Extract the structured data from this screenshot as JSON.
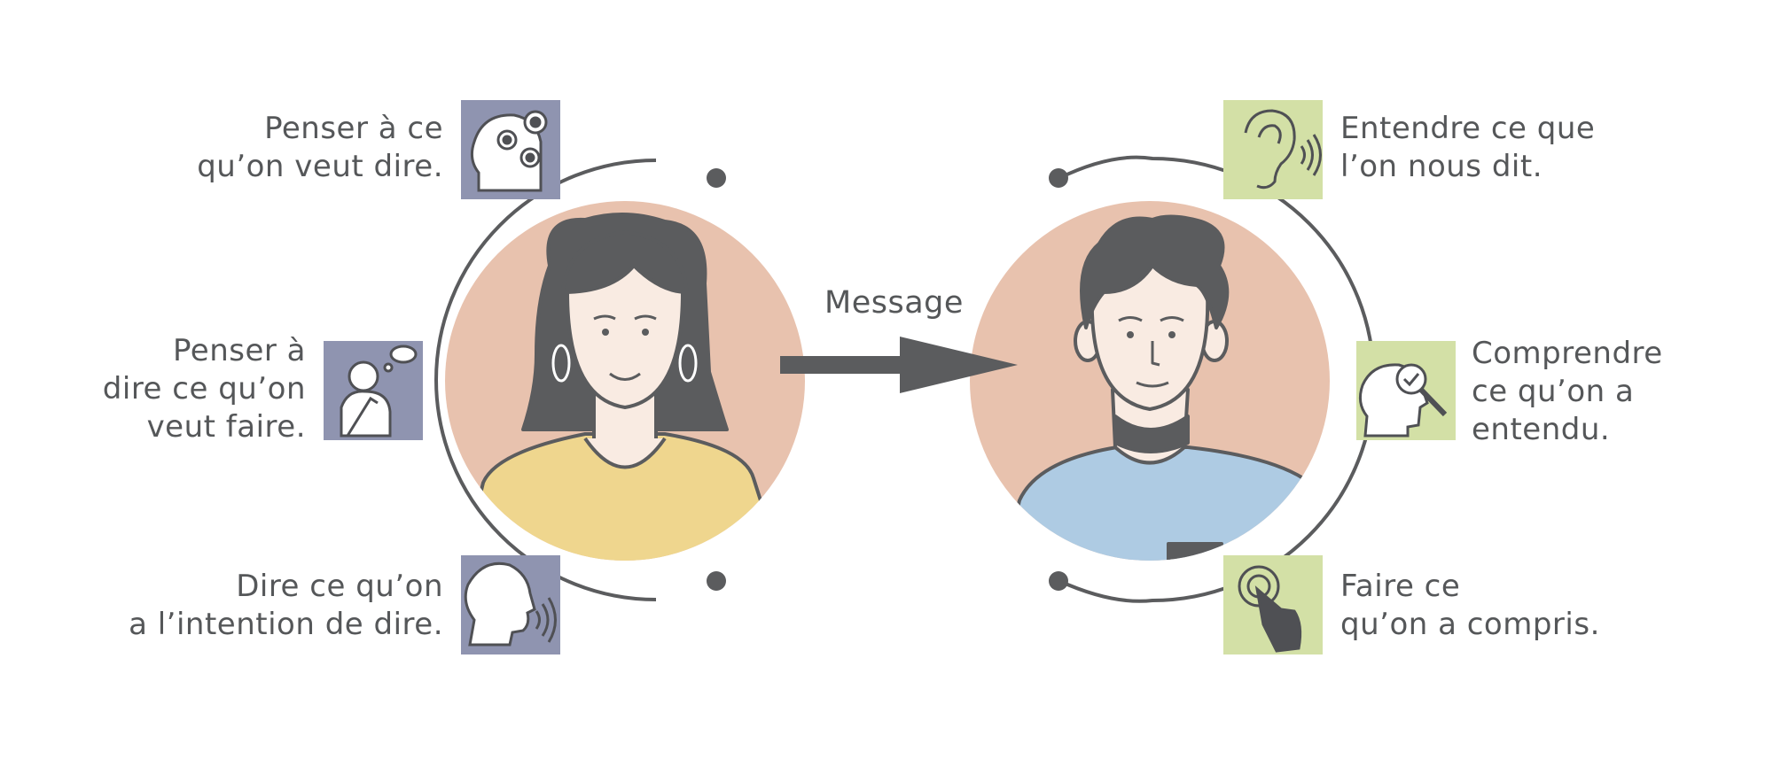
{
  "colors": {
    "sender_box": "#8f94b0",
    "receiver_box": "#d3e0a6",
    "face_bg": "#e8c2ae",
    "ink": "#5b5c5e",
    "woman_shirt": "#efd68e",
    "man_shirt": "#aecbe3",
    "skin": "#f9ebe2"
  },
  "sender": {
    "steps": [
      {
        "icon": "head-gears-icon",
        "lines": [
          "Penser à ce",
          "qu’on veut dire."
        ]
      },
      {
        "icon": "thinking-person-icon",
        "lines": [
          "Penser à",
          "dire ce qu’on",
          "veut faire."
        ]
      },
      {
        "icon": "speaking-head-icon",
        "lines": [
          "Dire ce qu’on",
          "a l’intention de dire."
        ]
      }
    ]
  },
  "message": {
    "label": "Message"
  },
  "receiver": {
    "steps": [
      {
        "icon": "ear-icon",
        "lines": [
          "Entendre ce que",
          "l’on nous dit."
        ]
      },
      {
        "icon": "head-magnifier-icon",
        "lines": [
          "Comprendre",
          "ce qu’on a",
          "entendu."
        ]
      },
      {
        "icon": "finger-press-icon",
        "lines": [
          "Faire ce",
          "qu’on a compris."
        ]
      }
    ]
  }
}
